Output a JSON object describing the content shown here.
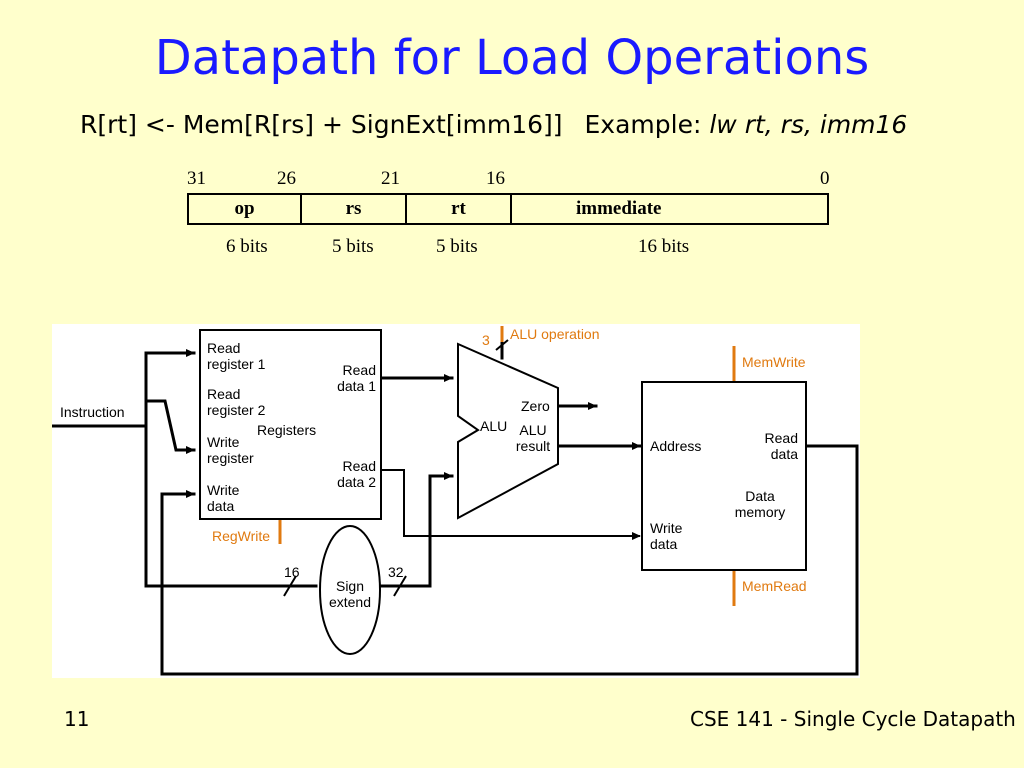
{
  "slide": {
    "title": "Datapath for Load Operations",
    "subtitle_rtl": "R[rt] <- Mem[R[rs] + SignExt[imm16]]",
    "example_label": "Example:",
    "example_op": "lw",
    "example_args": "rt, rs, imm16"
  },
  "instruction_format": {
    "bit_positions": [
      "31",
      "26",
      "21",
      "16",
      "0"
    ],
    "fields": [
      "op",
      "rs",
      "rt",
      "immediate"
    ],
    "widths": [
      "6 bits",
      "5 bits",
      "5 bits",
      "16 bits"
    ]
  },
  "diagram": {
    "instruction": "Instruction",
    "registers": {
      "read_reg1": "Read\nregister 1",
      "read_reg2": "Read\nregister 2",
      "write_reg": "Write\nregister",
      "write_data": "Write\ndata",
      "title": "Registers",
      "read_data1": "Read\ndata 1",
      "read_data2": "Read\ndata 2"
    },
    "regwrite": "RegWrite",
    "alu_op_bits": "3",
    "alu_operation": "ALU operation",
    "alu": "ALU",
    "zero": "Zero",
    "alu_result": "ALU\nresult",
    "sign_extend": "Sign\nextend",
    "bits_16": "16",
    "bits_32": "32",
    "memwrite": "MemWrite",
    "memread": "MemRead",
    "memory": {
      "address": "Address",
      "read_data": "Read\ndata",
      "write_data": "Write\ndata",
      "title": "Data\nmemory"
    }
  },
  "footer": {
    "page": "11",
    "course": "CSE 141 - Single Cycle Datapath"
  }
}
